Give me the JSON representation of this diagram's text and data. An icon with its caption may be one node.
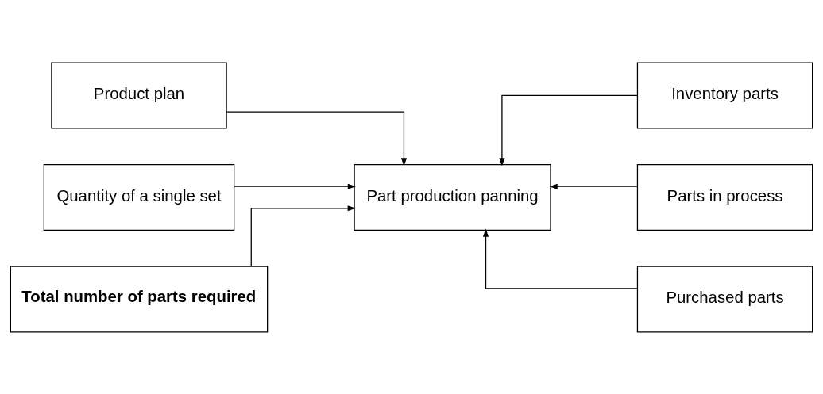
{
  "diagram": {
    "nodes": [
      {
        "text": [
          "Product plan"
        ]
      },
      {
        "text": [
          "Quantity of a single set"
        ]
      },
      {
        "text": [
          "Total number of parts required"
        ]
      },
      {
        "text": [
          "Part production panning"
        ]
      },
      {
        "text": [
          "Inventory parts"
        ]
      },
      {
        "text": [
          "Parts in process"
        ]
      },
      {
        "text": [
          "Purchased parts"
        ]
      }
    ],
    "edges": [
      {
        "from": 0,
        "to": 3,
        "arrow": "to"
      },
      {
        "from": 1,
        "to": 3,
        "arrow": "to"
      },
      {
        "from": 2,
        "to": 3,
        "arrow": "to"
      },
      {
        "from": 4,
        "to": 3,
        "arrow": "to"
      },
      {
        "from": 5,
        "to": 3,
        "arrow": "to"
      },
      {
        "from": 6,
        "to": 3,
        "arrow": "to"
      }
    ]
  }
}
